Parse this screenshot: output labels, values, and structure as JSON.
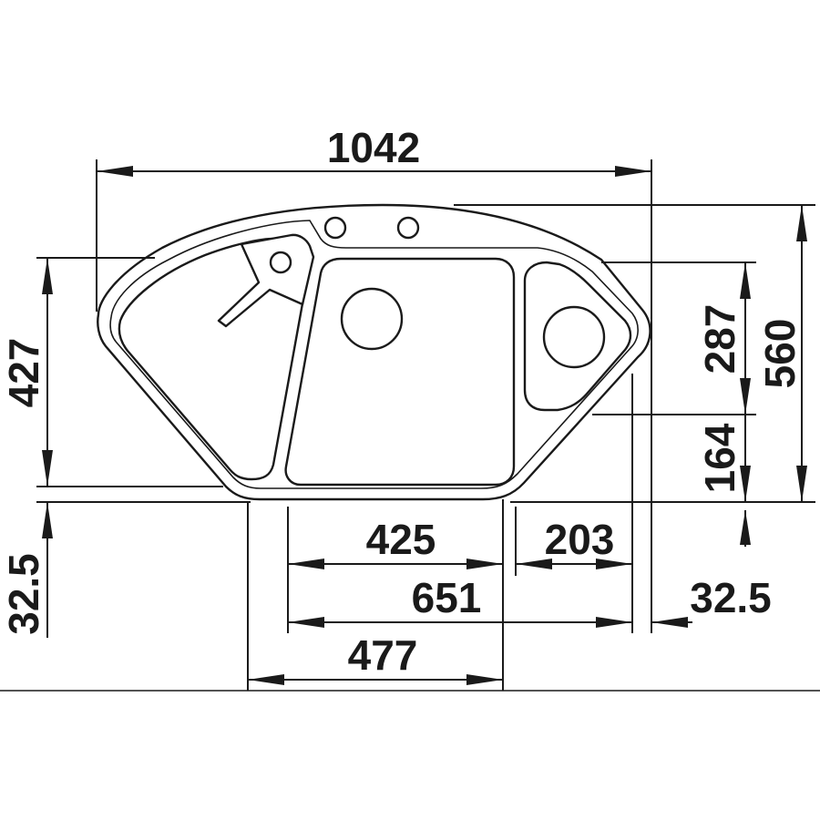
{
  "dimensions": {
    "overall_width": "1042",
    "overall_depth": "560",
    "main_bowl_depth_offset": "427",
    "bottom_offset_left": "32.5",
    "right_bowl_depth": "287",
    "right_lower_depth": "164",
    "main_bowl_width": "425",
    "right_bowl_width": "203",
    "bowls_total_width": "651",
    "bottom_offset_right": "32.5",
    "front_width": "477"
  },
  "colors": {
    "line": "#1a1a1a",
    "background": "#ffffff"
  }
}
